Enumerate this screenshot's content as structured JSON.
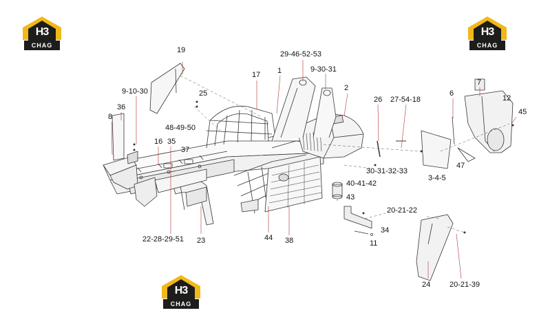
{
  "logo": {
    "mark": "H3",
    "word": "CHAG"
  },
  "colors": {
    "logo_yellow": "#f2b81a",
    "logo_dark": "#1d1d1b",
    "callout_red": "#b03030",
    "line": "#333333"
  },
  "callouts": {
    "c19": "19",
    "c29_46_52_53": "29-46-52-53",
    "c1": "1",
    "c9_30_31": "9-30-31",
    "c17": "17",
    "c2": "2",
    "c25": "25",
    "c9_10_30": "9-10-30",
    "c36": "36",
    "c8": "8",
    "c48_49_50": "48-49-50",
    "c26": "26",
    "c27_54_18": "27-54-18",
    "c6": "6",
    "c7": "7",
    "c12": "12",
    "c45": "45",
    "c16": "16",
    "c35": "35",
    "c37": "37",
    "c30_31_32_33": "30-31-32-33",
    "c47": "47",
    "c3_4_5": "3-4-5",
    "c40_41_42": "40-41-42",
    "c43": "43",
    "c20_21_22": "20-21-22",
    "c34": "34",
    "c44": "44",
    "c38": "38",
    "c11": "11",
    "c22_28_29_51": "22-28-29-51",
    "c23": "23",
    "c24": "24",
    "c20_21_39": "20-21-39"
  }
}
